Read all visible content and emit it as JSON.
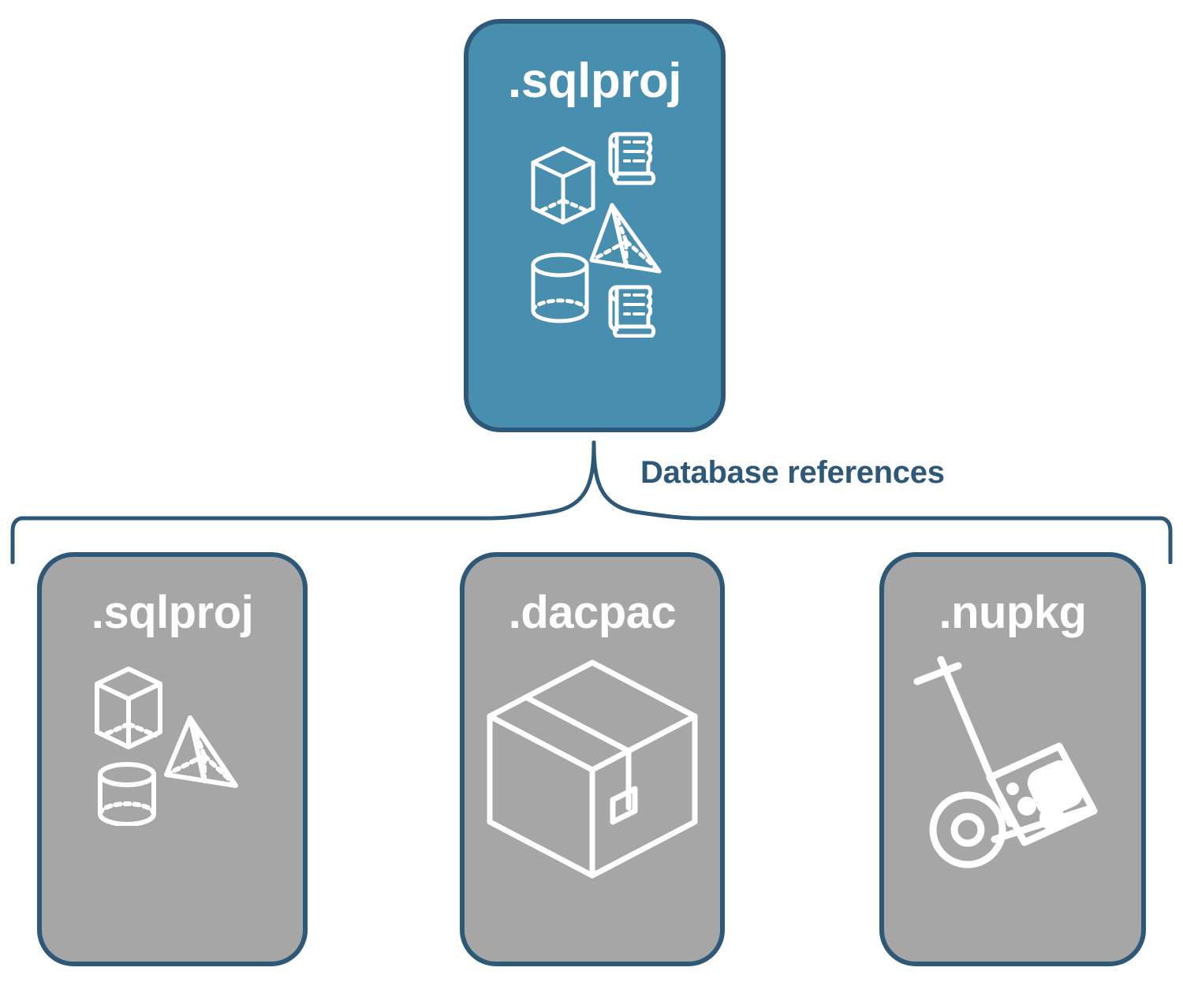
{
  "diagram": {
    "title_card": {
      "label": ".sqlproj",
      "fill_color": "#478EAF",
      "border_color": "#2E5878",
      "icons": [
        "cube-icon",
        "pyramid-icon",
        "cylinder-icon",
        "scroll-icon",
        "scroll-icon"
      ]
    },
    "connector": {
      "label": "Database references",
      "color": "#2E5878",
      "style": "curly-brace"
    },
    "reference_cards": [
      {
        "label": ".sqlproj",
        "fill_color": "#A6A6A6",
        "border_color": "#2E5878",
        "icons": [
          "cube-icon",
          "pyramid-icon",
          "cylinder-icon"
        ]
      },
      {
        "label": ".dacpac",
        "fill_color": "#A6A6A6",
        "border_color": "#2E5878",
        "icons": [
          "package-box-icon"
        ]
      },
      {
        "label": ".nupkg",
        "fill_color": "#A6A6A6",
        "border_color": "#2E5878",
        "icons": [
          "hand-truck-icon"
        ]
      }
    ]
  }
}
